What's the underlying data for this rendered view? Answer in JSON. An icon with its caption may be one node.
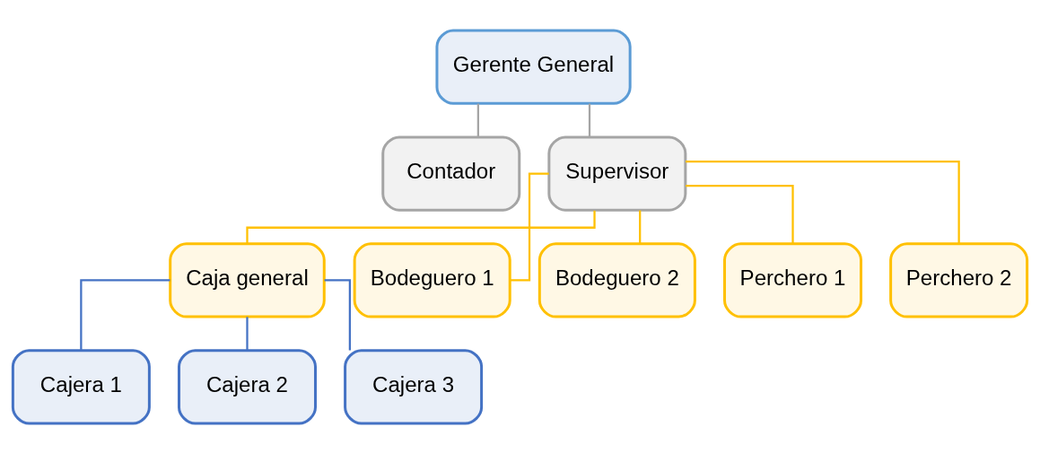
{
  "diagram": {
    "nodes": [
      {
        "text": [
          "Gerente General"
        ]
      },
      {
        "text": [
          "Contador"
        ]
      },
      {
        "text": [
          "Supervisor"
        ]
      },
      {
        "text": [
          "Caja general"
        ]
      },
      {
        "text": [
          "Bodeguero 1"
        ]
      },
      {
        "text": [
          "Bodeguero 2"
        ]
      },
      {
        "text": [
          "Perchero 1"
        ]
      },
      {
        "text": [
          "Perchero 2"
        ]
      },
      {
        "text": [
          "Cajera 1"
        ]
      },
      {
        "text": [
          "Cajera 2"
        ]
      },
      {
        "text": [
          "Cajera 3"
        ]
      }
    ],
    "edges": [
      {
        "from": 0,
        "to": 1,
        "arrow": "none",
        "color": "#a5a5a5"
      },
      {
        "from": 0,
        "to": 2,
        "arrow": "none",
        "color": "#a5a5a5"
      },
      {
        "from": 2,
        "to": 3,
        "arrow": "none"
      },
      {
        "from": 2,
        "to": 4,
        "arrow": "none"
      },
      {
        "from": 2,
        "to": 5,
        "arrow": "none"
      },
      {
        "from": 2,
        "to": 6,
        "arrow": "none"
      },
      {
        "from": 2,
        "to": 7,
        "arrow": "none"
      },
      {
        "from": 3,
        "to": 8,
        "arrow": "none",
        "color": "#4472c4"
      },
      {
        "from": 3,
        "to": 9,
        "arrow": "none",
        "color": "#4472c4"
      },
      {
        "from": 3,
        "to": 10,
        "arrow": "none",
        "color": "#4472c4"
      }
    ]
  }
}
